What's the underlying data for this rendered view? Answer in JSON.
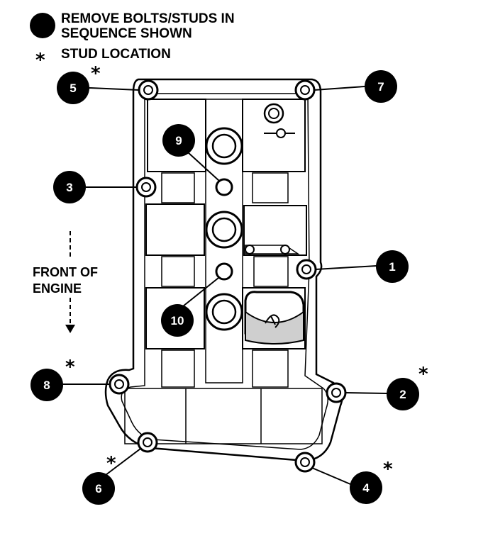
{
  "legend": {
    "bolt_line1": "REMOVE BOLTS/STUDS IN",
    "bolt_line2": "SEQUENCE SHOWN",
    "stud_symbol": "*",
    "stud_label": "STUD LOCATION"
  },
  "direction": {
    "line1": "FRONT OF",
    "line2": "ENGINE"
  },
  "bolts": [
    {
      "number": "1",
      "stud": false
    },
    {
      "number": "2",
      "stud": true
    },
    {
      "number": "3",
      "stud": false
    },
    {
      "number": "4",
      "stud": true
    },
    {
      "number": "5",
      "stud": true
    },
    {
      "number": "6",
      "stud": true
    },
    {
      "number": "7",
      "stud": false
    },
    {
      "number": "8",
      "stud": true
    },
    {
      "number": "9",
      "stud": false
    },
    {
      "number": "10",
      "stud": false
    }
  ]
}
